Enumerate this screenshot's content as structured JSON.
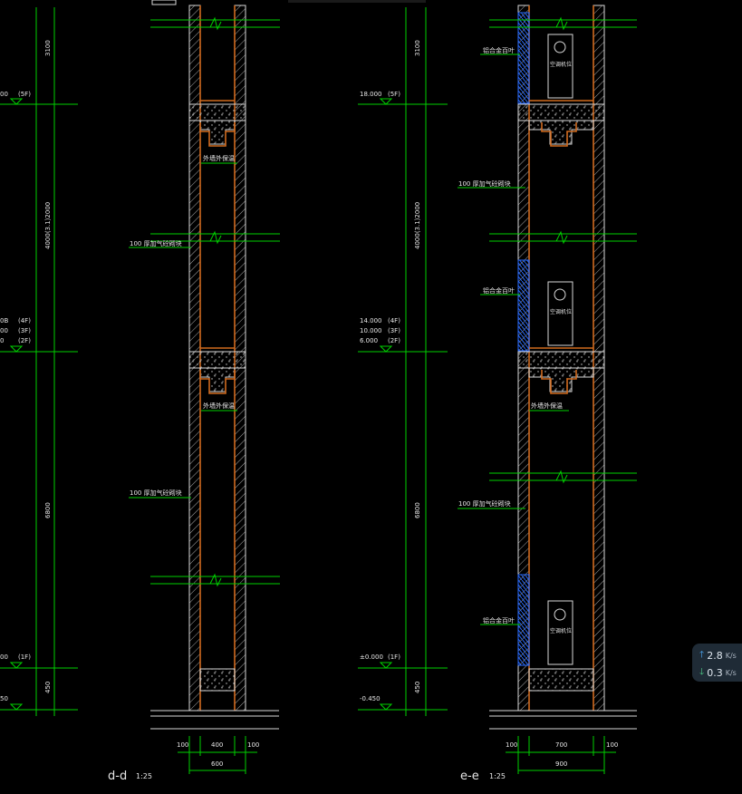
{
  "left_detail": {
    "section_title": "d-d",
    "scale": "1:25",
    "dims_vertical": [
      "3100",
      "4000(3.1)2000",
      "6800",
      "450"
    ],
    "levels": [
      {
        "value": "00",
        "floor": "(5F)"
      },
      {
        "value": "0B",
        "floor": "(4F)"
      },
      {
        "value": "00",
        "floor": "(3F)"
      },
      {
        "value": "0",
        "floor": "(2F)"
      },
      {
        "value": "00",
        "floor": "(1F)"
      },
      {
        "value": "50",
        "floor": ""
      }
    ],
    "labels": {
      "wall_note_1": "100 厚加气砼砌块",
      "wall_note_2": "100 厚加气砼砌块",
      "beam_note_1": "外墙外保温",
      "beam_note_2": "外墙外保温"
    },
    "bottom_dims": {
      "left": "100",
      "mid": "400",
      "right": "100",
      "total": "600"
    }
  },
  "right_detail": {
    "section_title": "e-e",
    "scale": "1:25",
    "dims_vertical": [
      "3100",
      "4000(3.1)2000",
      "6800",
      "450"
    ],
    "levels": [
      {
        "value": "18.000",
        "floor": "(5F)"
      },
      {
        "value": "14.000",
        "floor": "(4F)"
      },
      {
        "value": "10.000",
        "floor": "(3F)"
      },
      {
        "value": "6.000",
        "floor": "(2F)"
      },
      {
        "value": "±0.000",
        "floor": "(1F)"
      },
      {
        "value": "-0.450",
        "floor": ""
      }
    ],
    "labels": {
      "louver_1": "铝合金百叶",
      "louver_2": "铝合金百叶",
      "louver_3": "铝合金百叶",
      "ac_1": "空调机位",
      "ac_2": "空调机位",
      "ac_3": "空调机位",
      "wall_note_1": "100 厚加气砼砌块",
      "wall_note_2": "100 厚加气砼砌块",
      "beam_note": "外墙外保温"
    },
    "bottom_dims": {
      "left": "100",
      "mid": "700",
      "right": "100",
      "total": "900"
    }
  },
  "network_widget": {
    "upload": "2.8",
    "upload_unit": "K/s",
    "download": "0.3",
    "download_unit": "K/s",
    "up_arrow": "arrow-up-icon",
    "down_arrow": "arrow-down-icon"
  },
  "colors": {
    "background": "#000000",
    "dimension_green": "#00d000",
    "wall_white": "#d8d8d8",
    "insulation_orange": "#d06a1e",
    "louver_blue": "#2a6cff",
    "widget_bg": "#1f2b36"
  }
}
